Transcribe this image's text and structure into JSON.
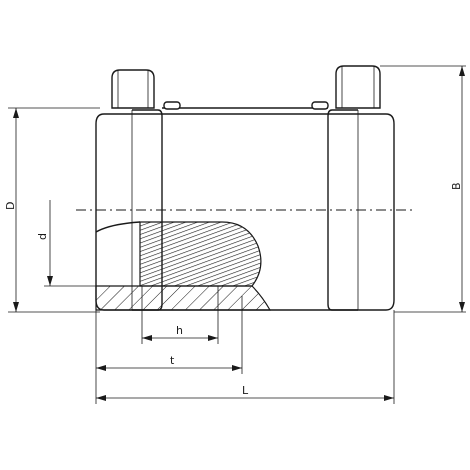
{
  "dimensions": {
    "D": "D",
    "d": "d",
    "B": "B",
    "h": "h",
    "t": "t",
    "L": "L"
  }
}
